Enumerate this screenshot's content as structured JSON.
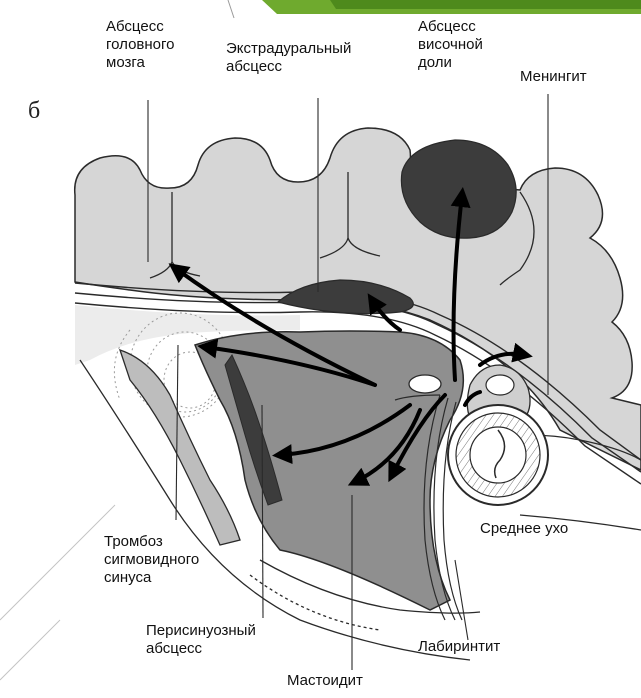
{
  "panel_letter": "б",
  "labels": {
    "brain_abscess": "Абсцесс\nголовного\nмозга",
    "extradural_abscess": "Экстрадуральный\nабсцесс",
    "temporal_lobe_abscess": "Абсцесс\nвисочной\nдоли",
    "meningitis": "Менингит",
    "sigmoid_sinus_thrombosis": "Тромбоз\nсигмовидного\nсинуса",
    "middle_ear": "Среднее ухо",
    "perisinus_abscess": "Перисинуозный\nабсцесс",
    "labyrinthitis": "Лабиринтит",
    "mastoiditis": "Мастоидит"
  },
  "colors": {
    "brain": "#d6d6d6",
    "mastoid": "#8f8f8f",
    "abscess": "#3c3c3c",
    "accent_green": "#6faa2e",
    "accent_green_dark": "#4e8a1c"
  }
}
